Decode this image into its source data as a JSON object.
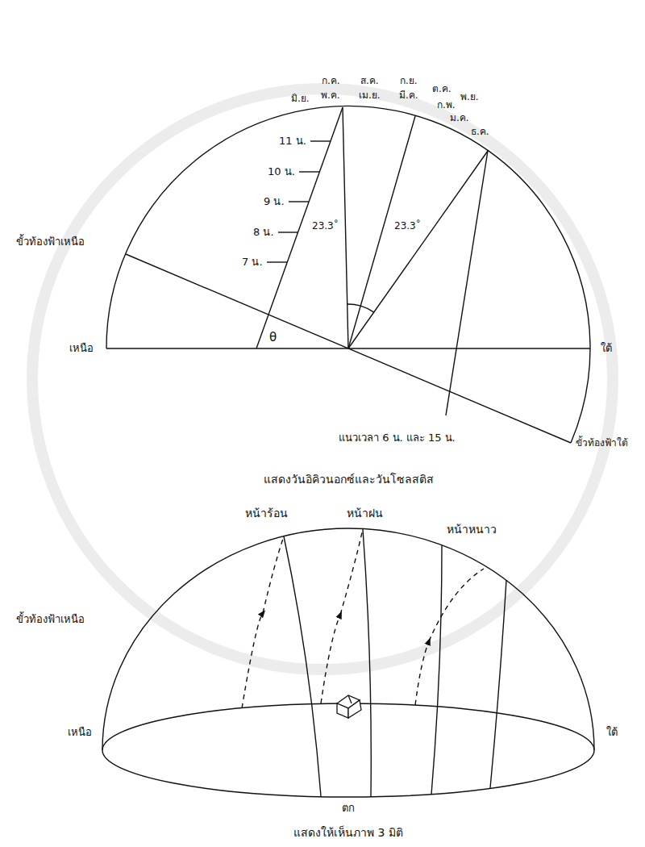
{
  "diagram": {
    "labels": [
      "ก.ค.",
      "ส.ค.",
      "ก.ย.",
      "ต.ค.",
      "พ.ค.",
      "เม.ย.",
      "มี.ค.",
      "พ.ย.",
      "มิ.ย.",
      "ก.พ.",
      "ม.ค.",
      "ธ.ค.",
      "11 น.",
      "10 น.",
      "9 น.",
      "8 น.",
      "7 น.",
      "23.3˚",
      "23.3˚",
      "ขั้วท้องฟ้าเหนือ",
      "เหนือ",
      "θ",
      "ใต้",
      "แนวเวลา 6 น. และ 15 น.",
      "ขั้วท้องฟ้าใต้",
      "แสดงวันอิคิวนอกซ์และวันโซลสติส",
      "หน้าร้อน",
      "หน้าฝน",
      "หน้าหนาว",
      "ขั้วท้องฟ้าเหนือ",
      "เหนือ",
      "ใต้",
      "ตก",
      "แสดงให้เห็นภาพ 3 มิติ"
    ]
  }
}
